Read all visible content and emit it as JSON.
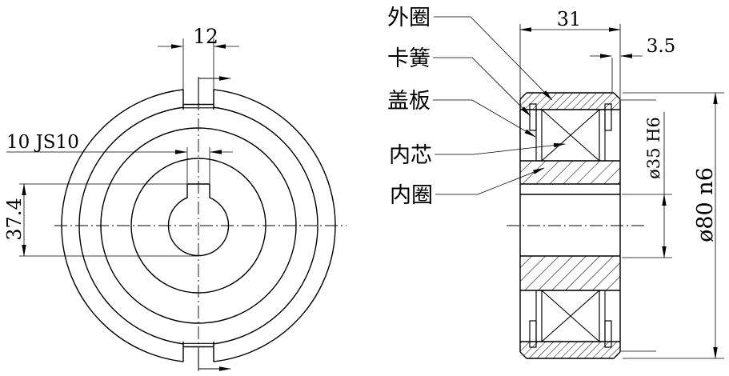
{
  "front_view": {
    "dim_slot_width": "12",
    "dim_keyway": "10 JS10",
    "dim_keyway_depth": "37.4"
  },
  "section_view": {
    "labels": {
      "outer_ring": "外圈",
      "snap_ring": "卡簧",
      "cover_plate": "盖板",
      "inner_core": "内芯",
      "inner_ring": "内圈"
    },
    "dims": {
      "width": "31",
      "groove_offset": "3.5",
      "bore": "ø35 H6",
      "outer_diameter": "ø80 n6"
    }
  },
  "colors": {
    "line": "#000000",
    "background": "#ffffff"
  }
}
